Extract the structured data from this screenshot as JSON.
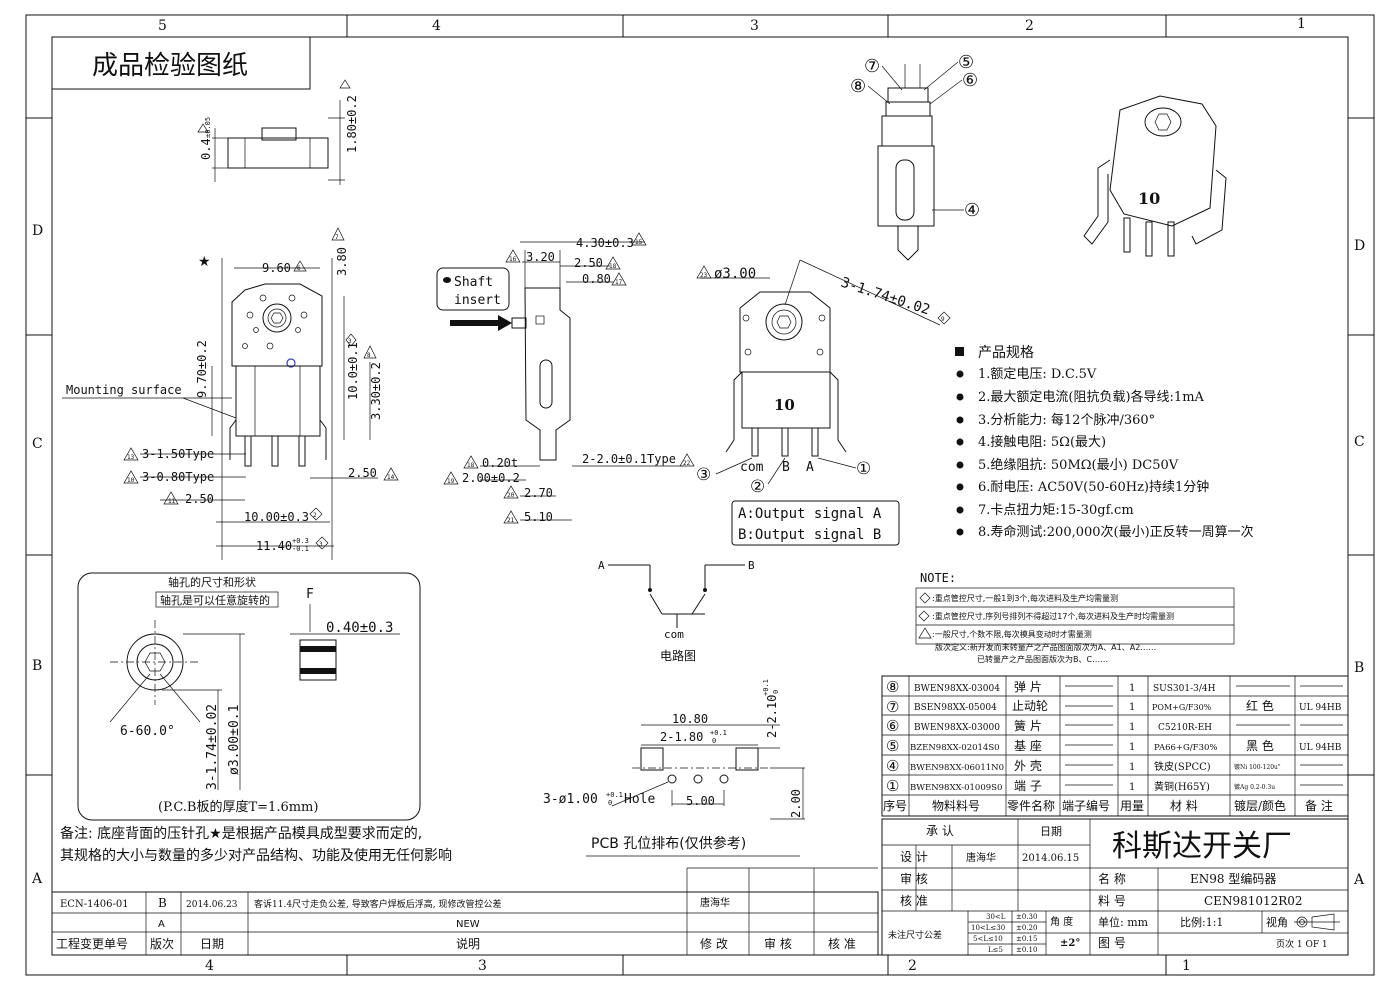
{
  "title": "成品检验图纸",
  "grid": {
    "top": [
      "5",
      "4",
      "3",
      "2",
      "1"
    ],
    "bottom": [
      "4",
      "3",
      "2",
      "1"
    ],
    "left": [
      "D",
      "C",
      "B",
      "A"
    ],
    "right": [
      "D",
      "C",
      "B",
      "A"
    ]
  },
  "top_view": {
    "dim_a": "0.4",
    "dim_a_tol": "±0.05",
    "dim_b": "1.80±0.2",
    "tri_a": "4",
    "tri_b": "5"
  },
  "front_view": {
    "star": "★",
    "d_960": "9.60",
    "t_960": "6",
    "d_380": "3.80",
    "t_380": "7",
    "d_970": "9.70±0.2",
    "d_100": "10.0±0.1",
    "t_100": "3",
    "d_330": "3.30±0.2",
    "t_330": "8",
    "mounting": "Mounting surface",
    "d_150": "3-1.50Type",
    "t_150": "13",
    "d_080": "3-0.80Type",
    "t_080": "10",
    "d_250a": "2.50",
    "t_250a": "11",
    "d_250b": "2.50",
    "t_250b": "14",
    "d_1000": "10.00±0.3",
    "t_1000": "2",
    "d_1140": "11.40",
    "d_1140_up": "+0.3",
    "d_1140_dn": "-0.1",
    "t_1140": "3"
  },
  "side_view": {
    "shaft_insert": [
      "Shaft",
      "insert"
    ],
    "d_430": "4.30±0.3",
    "t_430": "15",
    "d_320": "3.20",
    "t_320": "16",
    "d_250": "2.50",
    "t_250": "18",
    "d_080": "0.80",
    "t_080": "17",
    "d_020t": "0.20t",
    "t_020t": "18",
    "d_200": "2.00±0.2",
    "t_200": "19",
    "d_270": "2.70",
    "t_270": "20",
    "d_510": "5.10",
    "t_510": "21",
    "d_type": "2-2.0±0.1Type",
    "t_type": "22"
  },
  "back_view": {
    "d_300": "ø3.00",
    "t_300": "23",
    "d_174": "3-1.74±0.02",
    "t_174": "9",
    "code": "10",
    "pins": [
      "com",
      "B",
      "A"
    ],
    "callouts": [
      "③",
      "②",
      "①"
    ]
  },
  "output_signals": [
    "A:Output signal A",
    "B:Output signal B"
  ],
  "circuit": {
    "label_a": "A",
    "label_b": "B",
    "label_com": "com",
    "caption": "电路图"
  },
  "exploded": {
    "callouts": [
      "⑦",
      "⑧",
      "⑤",
      "⑥",
      "④"
    ]
  },
  "iso_view": {
    "code": "10"
  },
  "specs": {
    "heading": "产品规格",
    "items": [
      "1.额定电压: D.C.5V",
      "2.最大额定电流(阻抗负载)各导线:1mA",
      "3.分析能力: 每12个脉冲/360°",
      "4.接触电阻: 5Ω(最大)",
      "5.绝缘阻抗: 50MΩ(最小) DC50V",
      "6.耐电压: AC50V(50-60Hz)持续1分钟",
      "7.卡点扭力矩:15-30gf.cm",
      "8.寿命测试:200,000次(最小)正反转一周算一次"
    ]
  },
  "hole_detail": {
    "title": "轴孔的尺寸和形状",
    "subtitle": "轴孔是可以任意旋转的",
    "f": "F",
    "d_040": "0.40±0.3",
    "d_60": "6-60.0°",
    "d_174": "3-1.74±0.02",
    "d_300": "ø3.00±0.1",
    "pcb_thickness": "(P.C.B板的厚度T=1.6mm)"
  },
  "pcb_layout": {
    "d_1080": "10.80",
    "d_180": "2-1.80",
    "d_180_up": "+0.1",
    "d_180_dn": "0",
    "d_210": "2-2.10",
    "d_210_up": "+0.1",
    "d_210_dn": "0",
    "hole": "3-ø1.00",
    "hole_up": "+0.1",
    "hole_dn": "0",
    "hole_word": "Hole",
    "d_500": "5.00",
    "d_200": "2.00",
    "caption": "PCB 孔位排布(仅供参考)"
  },
  "note": {
    "heading": "NOTE:",
    "lines": [
      ":重点管控尺寸,一般1到3个,每次进料及生产均需量测",
      ":重点管控尺寸,序列号排列不得超过17个,每次进料及生产时均需量测",
      ":一般尺寸,个数不限,每次模具变动时才需量测",
      "版次定义:新开发而未转量产之产品图面版次为A、A1、A2……",
      "已转量产之产品图面版次为B、C……"
    ]
  },
  "remark": [
    "备注: 底座背面的压针孔★是根据产品模具成型要求而定的,",
    "其规格的大小与数量的多少对产品结构、功能及使用无任何影响"
  ],
  "bom": {
    "headers": [
      "序号",
      "物料料号",
      "零件名称",
      "端子编号",
      "用量",
      "材 料",
      "镀层/颜色",
      "备 注"
    ],
    "rows": [
      {
        "no": "⑧",
        "part": "BWEN98XX-03004",
        "name": "弹 片",
        "qty": "1",
        "material": "SUS301-3/4H",
        "finish": "",
        "remark": ""
      },
      {
        "no": "⑦",
        "part": "BSEN98XX-05004",
        "name": "止动轮",
        "qty": "1",
        "material": "POM+G/F30%",
        "finish": "红 色",
        "remark": "UL 94HB"
      },
      {
        "no": "⑥",
        "part": "BWEN98XX-03000",
        "name": "簧 片",
        "qty": "1",
        "material": "C5210R-EH",
        "finish": "",
        "remark": ""
      },
      {
        "no": "⑤",
        "part": "BZEN98XX-02014S0",
        "name": "基 座",
        "qty": "1",
        "material": "PA66+G/F30%",
        "finish": "黑 色",
        "remark": "UL 94HB"
      },
      {
        "no": "④",
        "part": "BWEN98XX-06011N0",
        "name": "外 壳",
        "qty": "1",
        "material": "铁皮(SPCC)",
        "finish": "镀Ni 100-120u\"",
        "remark": ""
      },
      {
        "no": "①",
        "part": "BWEN98XX-01009S0",
        "name": "端 子",
        "qty": "1",
        "material": "黄铜(H65Y)",
        "finish": "镀Ag 0.2-0.3u",
        "remark": ""
      }
    ]
  },
  "title_block": {
    "approve": "承 认",
    "date_label": "日期",
    "design": "设 计",
    "designer": "唐海华",
    "design_date": "2014.06.15",
    "check": "审 核",
    "approve2": "核 准",
    "company": "科斯达开关厂",
    "name_label": "名 称",
    "name_value": "EN98 型编码器",
    "part_label": "料 号",
    "part_value": "CEN981012R02",
    "unit_label": "单位: mm",
    "scale_label": "比例:1:1",
    "view_label": "视角",
    "drawing_label": "图 号",
    "page_label": "页次 1 OF 1",
    "tol_label": "未注尺寸公差",
    "angle_label": "角 度",
    "angle_value": "±2°",
    "tol_rows": [
      [
        "30<L",
        "±0.30"
      ],
      [
        "10<L≤30",
        "±0.20"
      ],
      [
        "5<L≤10",
        "±0.15"
      ],
      [
        "L≤5",
        "±0.10"
      ]
    ]
  },
  "revision": {
    "rows": [
      {
        "ecn": "ECN-1406-01",
        "rev": "B",
        "date": "2014.06.23",
        "desc": "客诉11.4尺寸走负公差, 导致客户焊板后浮高, 现修改管控公差",
        "by": "唐海华"
      },
      {
        "ecn": "",
        "rev": "A",
        "date": "",
        "desc": "NEW",
        "by": ""
      }
    ],
    "headers": [
      "工程变更单号",
      "版次",
      "日期",
      "说明",
      "修 改",
      "审 核",
      "核 准"
    ]
  }
}
